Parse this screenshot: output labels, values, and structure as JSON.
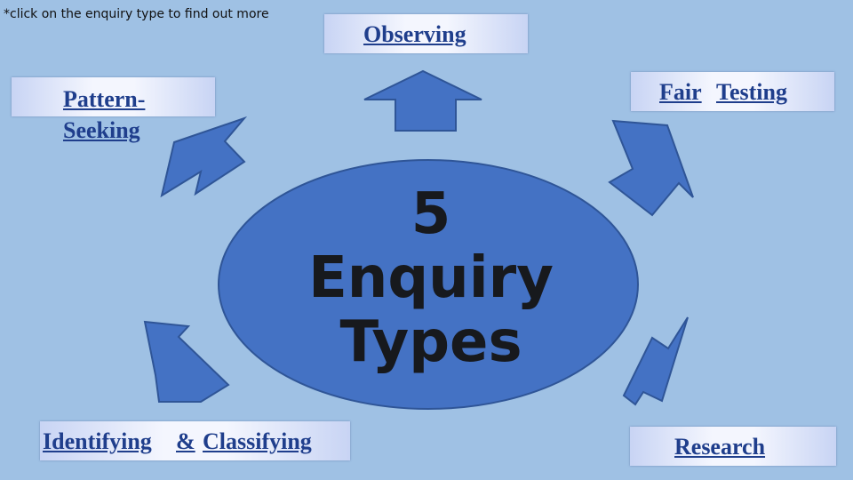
{
  "note": "*click on the enquiry type to find out more",
  "center": {
    "line1": "5",
    "line2": "Enquiry",
    "line3": "Types"
  },
  "links": {
    "observing": "Observing ",
    "pattern_seeking_1": "Pattern-",
    "pattern_seeking_2": "Seeking ",
    "fair": "Fair",
    "testing": "Testing ",
    "identifying": "Identifying ",
    "ampersand": "&",
    "classifying": "Classifying ",
    "research": "Research "
  },
  "icons": {
    "center": "ellipse",
    "arrows": [
      "up-arrow-icon",
      "up-left-arrow-icon",
      "up-right-arrow-icon",
      "down-left-arrow-icon",
      "down-right-arrow-icon"
    ]
  },
  "colors": {
    "background": "#9fc1e4",
    "shape_fill": "#4472c4",
    "shape_stroke": "#2f5597",
    "link": "#1f3e8c"
  }
}
